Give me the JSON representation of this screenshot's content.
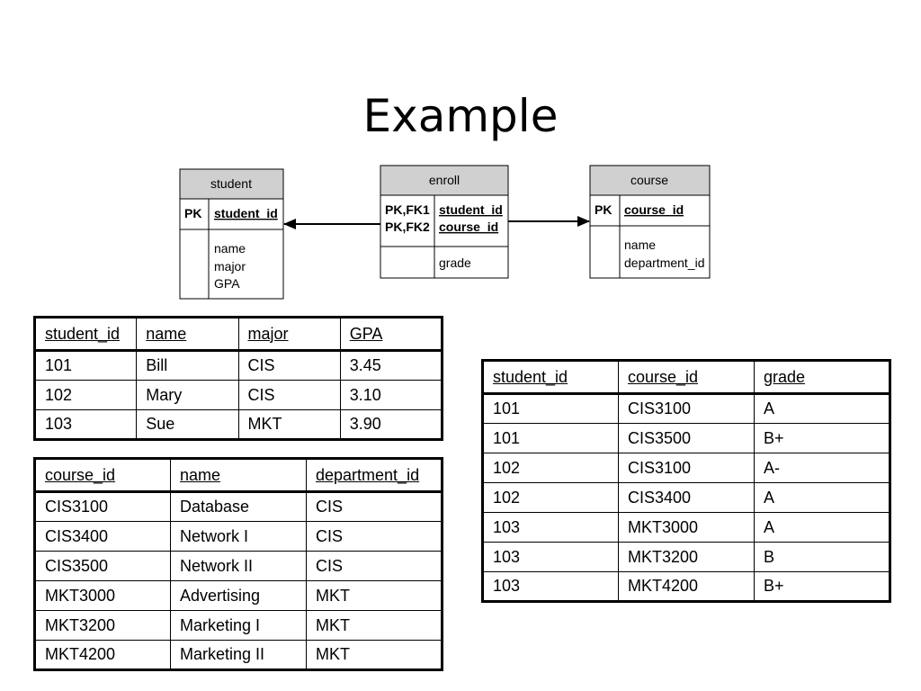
{
  "slide": {
    "title": "Example"
  },
  "diagram": {
    "student": {
      "title": "student",
      "key_label": "PK",
      "key_field": "student_id",
      "attributes": [
        "name",
        "major",
        "GPA"
      ]
    },
    "enroll": {
      "title": "enroll",
      "key_labels": [
        "PK,FK1",
        "PK,FK2"
      ],
      "key_fields": [
        "student_id",
        "course_id"
      ],
      "attributes": [
        "grade"
      ]
    },
    "course": {
      "title": "course",
      "key_label": "PK",
      "key_field": "course_id",
      "attributes": [
        "name",
        "department_id"
      ]
    }
  },
  "tables": {
    "student": {
      "headers": [
        "student_id",
        "name",
        "major",
        "GPA"
      ],
      "rows": [
        [
          "101",
          "Bill",
          "CIS",
          "3.45"
        ],
        [
          "102",
          "Mary",
          "CIS",
          "3.10"
        ],
        [
          "103",
          "Sue",
          "MKT",
          "3.90"
        ]
      ]
    },
    "course": {
      "headers": [
        "course_id",
        "name",
        "department_id"
      ],
      "rows": [
        [
          "CIS3100",
          "Database",
          "CIS"
        ],
        [
          "CIS3400",
          "Network I",
          "CIS"
        ],
        [
          "CIS3500",
          "Network II",
          "CIS"
        ],
        [
          "MKT3000",
          "Advertising",
          "MKT"
        ],
        [
          "MKT3200",
          "Marketing I",
          "MKT"
        ],
        [
          "MKT4200",
          "Marketing II",
          "MKT"
        ]
      ]
    },
    "enroll": {
      "headers": [
        "student_id",
        "course_id",
        "grade"
      ],
      "rows": [
        [
          "101",
          "CIS3100",
          "A"
        ],
        [
          "101",
          "CIS3500",
          "B+"
        ],
        [
          "102",
          "CIS3100",
          "A-"
        ],
        [
          "102",
          "CIS3400",
          "A"
        ],
        [
          "103",
          "MKT3000",
          "A"
        ],
        [
          "103",
          "MKT3200",
          "B"
        ],
        [
          "103",
          "MKT4200",
          "B+"
        ]
      ]
    }
  }
}
